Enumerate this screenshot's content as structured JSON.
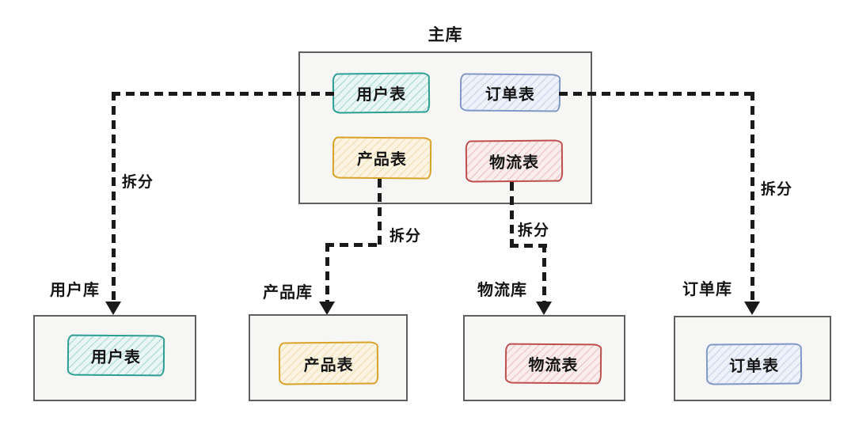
{
  "colors": {
    "line": "#1a1a1a",
    "box_fill": "#f6f6f4",
    "box_border": "#5f5f5f",
    "text": "#141414"
  },
  "split_label": "拆分",
  "main_db": {
    "label": "主库",
    "tables": {
      "user": {
        "label": "用户表",
        "border": "#2b9e92",
        "fill": "#eaf6f4",
        "hatch": "rgba(43,158,146,0.28)"
      },
      "order": {
        "label": "订单表",
        "border": "#8197c5",
        "fill": "#eef2fa",
        "hatch": "rgba(129,151,197,0.28)"
      },
      "product": {
        "label": "产品表",
        "border": "#d9a228",
        "fill": "#fbf4e3",
        "hatch": "rgba(217,162,40,0.22)"
      },
      "logistics": {
        "label": "物流表",
        "border": "#bf4e4e",
        "fill": "#faeded",
        "hatch": "rgba(191,78,78,0.22)"
      }
    }
  },
  "shards": {
    "user": {
      "db_label": "用户库",
      "table_label": "用户表"
    },
    "product": {
      "db_label": "产品库",
      "table_label": "产品表"
    },
    "logistics": {
      "db_label": "物流库",
      "table_label": "物流表"
    },
    "order": {
      "db_label": "订单库",
      "table_label": "订单表"
    }
  }
}
